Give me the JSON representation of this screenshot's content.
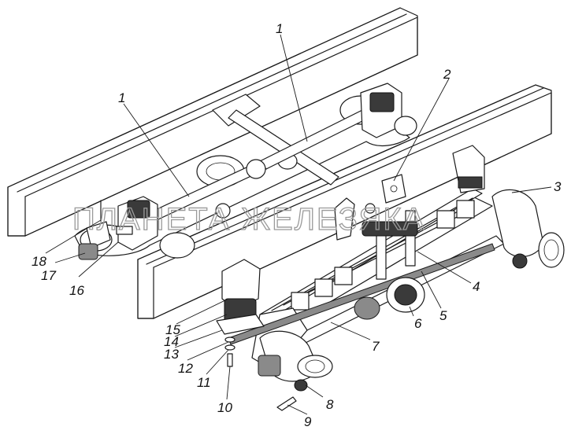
{
  "watermark": "ПЛАНЕТА ЖЕЛЕЗЯКА",
  "callouts": [
    {
      "id": "c1a",
      "text": "1"
    },
    {
      "id": "c1b",
      "text": "1"
    },
    {
      "id": "c2",
      "text": "2"
    },
    {
      "id": "c3",
      "text": "3"
    },
    {
      "id": "c4",
      "text": "4"
    },
    {
      "id": "c5",
      "text": "5"
    },
    {
      "id": "c6",
      "text": "6"
    },
    {
      "id": "c7",
      "text": "7"
    },
    {
      "id": "c8",
      "text": "8"
    },
    {
      "id": "c9",
      "text": "9"
    },
    {
      "id": "c10",
      "text": "10"
    },
    {
      "id": "c11",
      "text": "11"
    },
    {
      "id": "c12",
      "text": "12"
    },
    {
      "id": "c13",
      "text": "13"
    },
    {
      "id": "c14",
      "text": "14"
    },
    {
      "id": "c15",
      "text": "15"
    },
    {
      "id": "c16",
      "text": "16"
    },
    {
      "id": "c17",
      "text": "17"
    },
    {
      "id": "c18",
      "text": "18"
    }
  ]
}
